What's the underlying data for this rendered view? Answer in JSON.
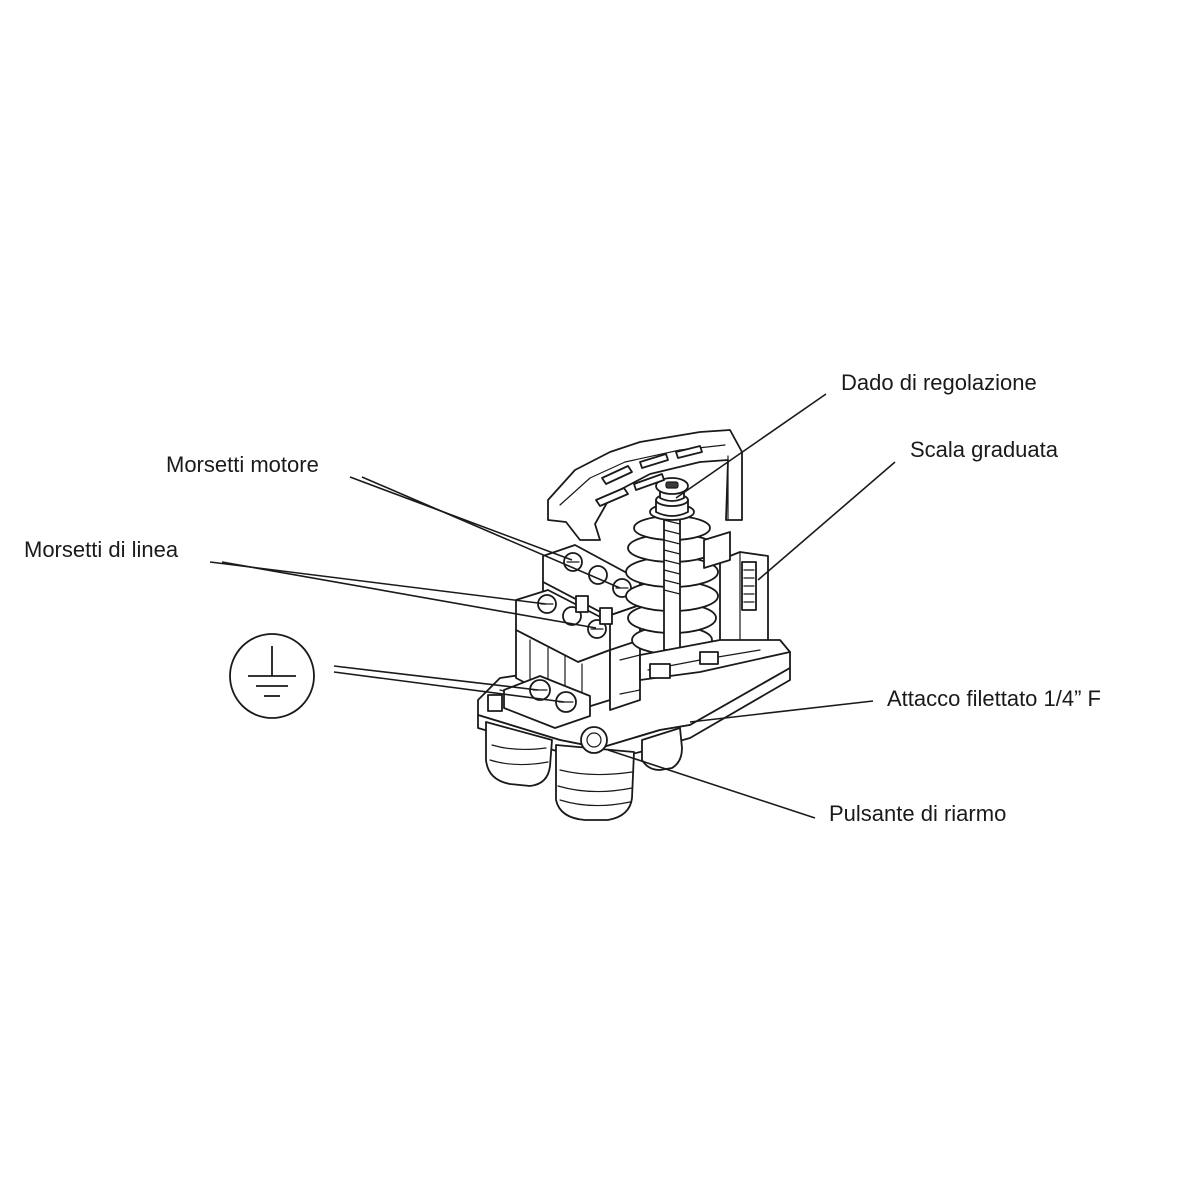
{
  "labels": {
    "dado_di_regolazione": "Dado di regolazione",
    "scala_graduata": "Scala graduata",
    "morsetti_motore": "Morsetti motore",
    "morsetti_di_linea": "Morsetti di linea",
    "attacco_filettato": "Attacco filettato 1/4” F",
    "pulsante_di_riarmo": "Pulsante di riarmo"
  },
  "colors": {
    "ink": "#1a1a1a",
    "background": "#ffffff"
  },
  "icons": {
    "ground": "ground-symbol-icon"
  }
}
